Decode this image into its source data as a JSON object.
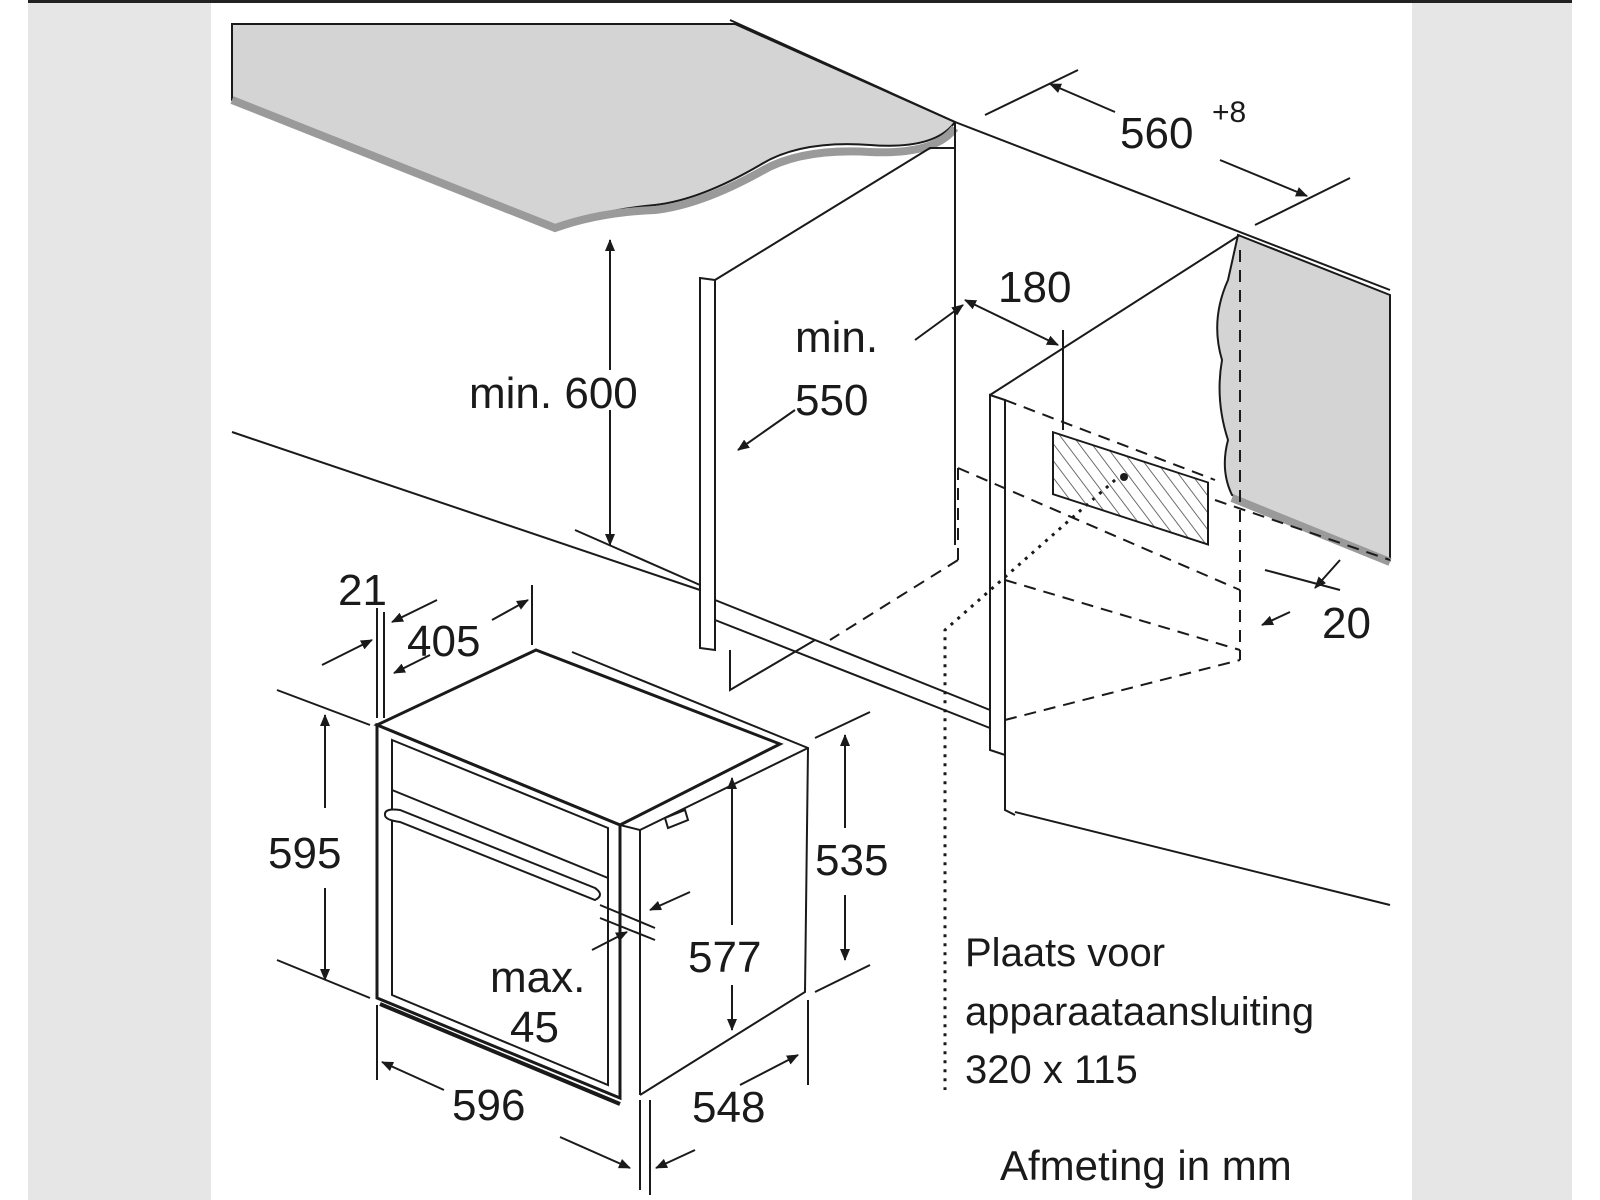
{
  "diagram": {
    "niche": {
      "min_height": "min. 600",
      "min_depth_label": "min.",
      "min_depth_value": "550",
      "width": "560",
      "width_tolerance": "+8",
      "rear_gap": "180",
      "rear_offset": "20"
    },
    "oven": {
      "panel_thickness": "21",
      "top_depth": "405",
      "total_height": "595",
      "body_height": "535",
      "inner_height": "577",
      "handle_label": "max.",
      "handle_value": "45",
      "width": "596",
      "depth": "548"
    },
    "connection_note": {
      "line1": "Plaats voor",
      "line2": "apparaataansluiting",
      "line3": "320 x 115"
    },
    "caption": "Afmeting in mm"
  },
  "colors": {
    "line": "#1a1a1a",
    "countertop": "#d4d4d4",
    "countertop_edge": "#9a9a9a",
    "frame": "#e6e6e6",
    "hatch": "#555555"
  }
}
